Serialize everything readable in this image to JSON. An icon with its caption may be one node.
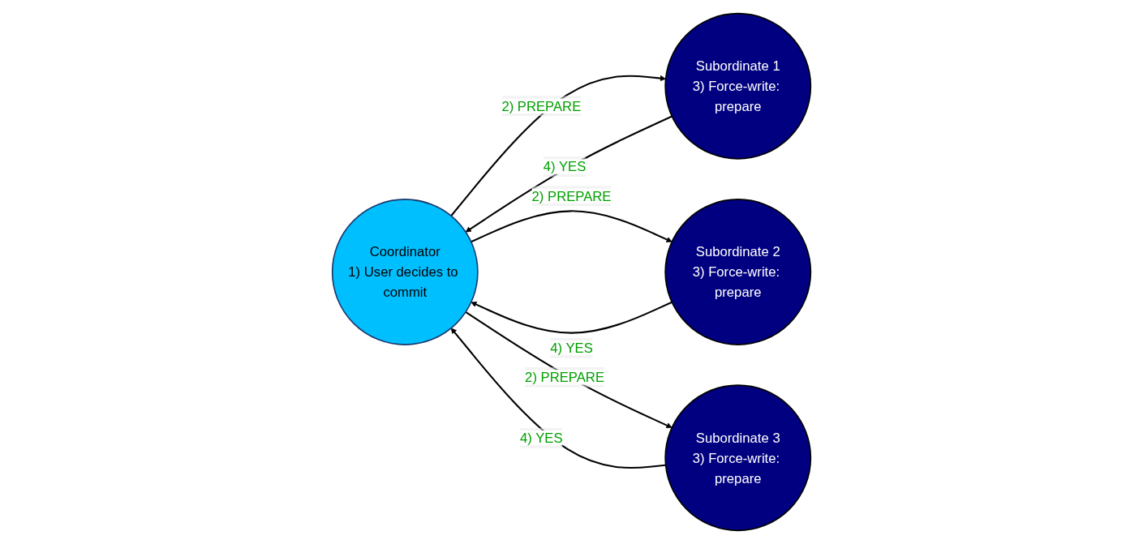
{
  "diagram": {
    "nodes": [
      {
        "text": [
          "Coordinator",
          "1) User decides to commit"
        ]
      },
      {
        "text": [
          "Subordinate 1",
          "3) Force-write: prepare"
        ]
      },
      {
        "text": [
          "Subordinate 2",
          "3) Force-write: prepare"
        ]
      },
      {
        "text": [
          "Subordinate 3",
          "3) Force-write: prepare"
        ]
      }
    ],
    "edges": [
      {
        "from": 0,
        "to": 1,
        "arrow": "to",
        "label": "2) PREPARE"
      },
      {
        "from": 1,
        "to": 0,
        "arrow": "to",
        "label": "4) YES"
      },
      {
        "from": 0,
        "to": 2,
        "arrow": "to",
        "label": "2) PREPARE"
      },
      {
        "from": 2,
        "to": 0,
        "arrow": "to",
        "label": "4) YES"
      },
      {
        "from": 0,
        "to": 3,
        "arrow": "to",
        "label": "2) PREPARE"
      },
      {
        "from": 3,
        "to": 0,
        "arrow": "to",
        "label": "4) YES"
      }
    ]
  }
}
